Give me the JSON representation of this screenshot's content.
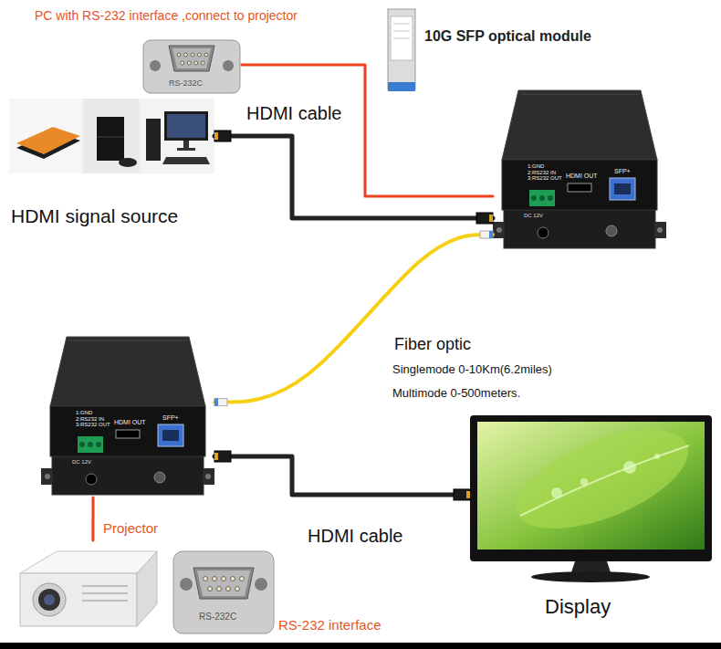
{
  "diagram": {
    "nodes": [
      {
        "text": [
          "PC with RS-232 interface ,connect to projector",
          "RS-232C"
        ]
      },
      {
        "text": [
          "HDMI signal source"
        ]
      },
      {
        "text": [
          "1:GND 2:RS232 IN 3:RS232 OUT",
          "HDMI OUT",
          "SFP+",
          "DC 12V"
        ]
      },
      {
        "text": [
          "1:GND 2:RS232 IN 3:RS232 OUT",
          "HDMI OUT",
          "SFP+",
          "DC 12V"
        ]
      },
      {
        "text": [
          "Display"
        ]
      },
      {
        "text": [
          "Projector"
        ]
      },
      {
        "text": [
          "RS-232C",
          "RS-232 interface"
        ]
      }
    ],
    "edges": [
      {
        "from": 1,
        "to": 2,
        "label": "HDMI cable",
        "arrow": "none"
      },
      {
        "from": 0,
        "to": 2,
        "arrow": "none"
      },
      {
        "from": 2,
        "to": 3,
        "label": "Fiber optic",
        "arrow": "none"
      },
      {
        "from": 3,
        "to": 4,
        "label": "HDMI cable",
        "arrow": "none"
      },
      {
        "from": 3,
        "to": 5,
        "arrow": "none"
      }
    ],
    "labels": [
      "10G SFP optical module",
      "Singlemode 0-10Km(6.2miles)",
      "Multimode 0-500meters."
    ]
  }
}
